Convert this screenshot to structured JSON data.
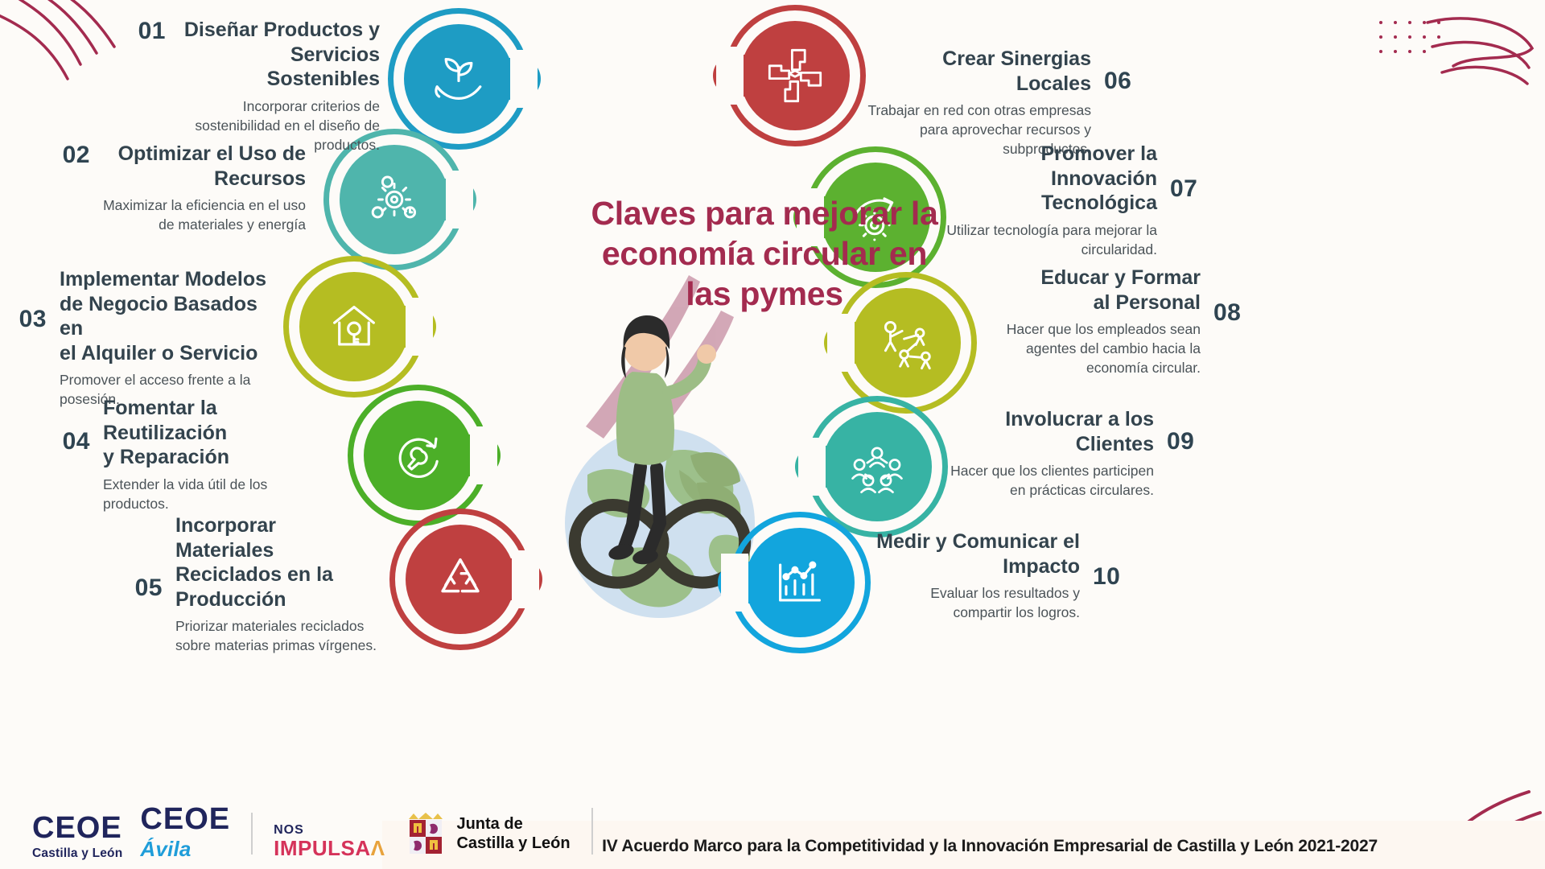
{
  "title": {
    "line1": "Claves para mejorar la",
    "line2": "economía circular en",
    "line3": "las pymes",
    "color": "#a32b4f"
  },
  "items": [
    {
      "number": "01",
      "title_line1": "Diseñar Productos y",
      "title_line2": "Servicios Sostenibles",
      "desc": "Incorporar criterios de sostenibilidad en el diseño de productos.",
      "color": "#1e9cc4",
      "icon": "plant-in-hand-icon",
      "side": "left"
    },
    {
      "number": "02",
      "title_line1": "Optimizar el Uso de",
      "title_line2": "Recursos",
      "desc": "Maximizar la eficiencia en el uso de materiales y energía",
      "color": "#4fb5ac",
      "icon": "resource-gears-icon",
      "side": "left"
    },
    {
      "number": "03",
      "title_line1": "Implementar Modelos",
      "title_line2": "de Negocio Basados en",
      "title_line3": "el Alquiler o Servicio",
      "desc": "Promover el acceso frente a la posesión.",
      "color": "#b5bd22",
      "icon": "house-key-icon",
      "side": "left"
    },
    {
      "number": "04",
      "title_line1": "Fomentar la Reutilización",
      "title_line2": "y Reparación",
      "desc": "Extender la vida útil de los productos.",
      "color": "#4caf28",
      "icon": "repair-cycle-icon",
      "side": "left"
    },
    {
      "number": "05",
      "title_line1": "Incorporar Materiales",
      "title_line2": "Reciclados en la",
      "title_line3": "Producción",
      "desc": "Priorizar materiales reciclados sobre materias primas vírgenes.",
      "color": "#bf4040",
      "icon": "recycle-icon",
      "side": "left"
    },
    {
      "number": "06",
      "title_line1": "Crear Sinergias Locales",
      "desc": "Trabajar en red con otras empresas para aprovechar recursos y subproductos.",
      "color": "#bf4040",
      "icon": "teamwork-hands-icon",
      "side": "right"
    },
    {
      "number": "07",
      "title_line1": "Promover la Innovación",
      "title_line2": "Tecnológica",
      "desc": "Utilizar tecnología para mejorar la circularidad.",
      "color": "#5cb130",
      "icon": "innovation-gear-icon",
      "side": "right"
    },
    {
      "number": "08",
      "title_line1": "Educar y Formar",
      "title_line2": "al Personal",
      "desc": "Hacer que los empleados sean agentes del cambio hacia la economía circular.",
      "color": "#b5bd22",
      "icon": "training-presentation-icon",
      "side": "right"
    },
    {
      "number": "09",
      "title_line1": "Involucrar a los Clientes",
      "desc": "Hacer que los clientes participen en prácticas circulares.",
      "color": "#37b3a4",
      "icon": "customers-group-icon",
      "side": "right"
    },
    {
      "number": "10",
      "title_line1": "Medir y Comunicar el",
      "title_line2": "Impacto",
      "desc": "Evaluar los resultados y compartir los logros.",
      "color": "#12a5dd",
      "icon": "chart-metrics-icon",
      "side": "right"
    }
  ],
  "footer": {
    "ceoe_cyl_word": "CEOE",
    "ceoe_cyl_sub": "Castilla y León",
    "ceoe_avila_word": "CEOE",
    "ceoe_avila_sub": "Ávila",
    "impulsa_nos": "NOS",
    "impulsa_main": "IMPULSA",
    "junta_line1": "Junta de",
    "junta_line2": "Castilla y León",
    "agreement": "IV Acuerdo Marco para la Competitividad y la Innovación Empresarial de Castilla y León 2021-2027"
  }
}
